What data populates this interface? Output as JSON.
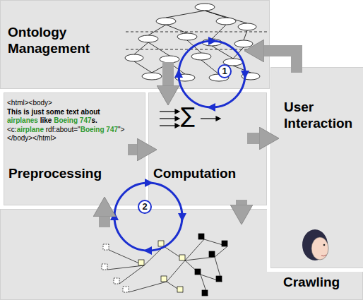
{
  "diagram": {
    "nodes": [
      {
        "text": [
          "Ontology Management"
        ]
      },
      {
        "text": [
          "Preprocessing",
          "<html><body>",
          "This is just some text about",
          "airplanes",
          "like",
          "Boeing 747",
          "s.",
          "<c:",
          "airplane",
          "rdf:about=\"",
          "Boeing 747",
          "\">",
          "</body></html>"
        ]
      },
      {
        "text": [
          "Computation"
        ]
      },
      {
        "text": [
          "User Interaction"
        ]
      },
      {
        "text": [
          "Crawling"
        ]
      }
    ],
    "edges": [
      {
        "from": 3,
        "to": 0,
        "arrow": "to"
      },
      {
        "from": 0,
        "to": 2,
        "arrow": "to"
      },
      {
        "from": 1,
        "to": 2,
        "arrow": "to"
      },
      {
        "from": 2,
        "to": 3,
        "arrow": "to"
      },
      {
        "from": 2,
        "to": 4,
        "arrow": "to"
      },
      {
        "from": 4,
        "to": 1,
        "arrow": "to"
      }
    ],
    "labels": [
      "1",
      "2",
      "∑"
    ]
  }
}
